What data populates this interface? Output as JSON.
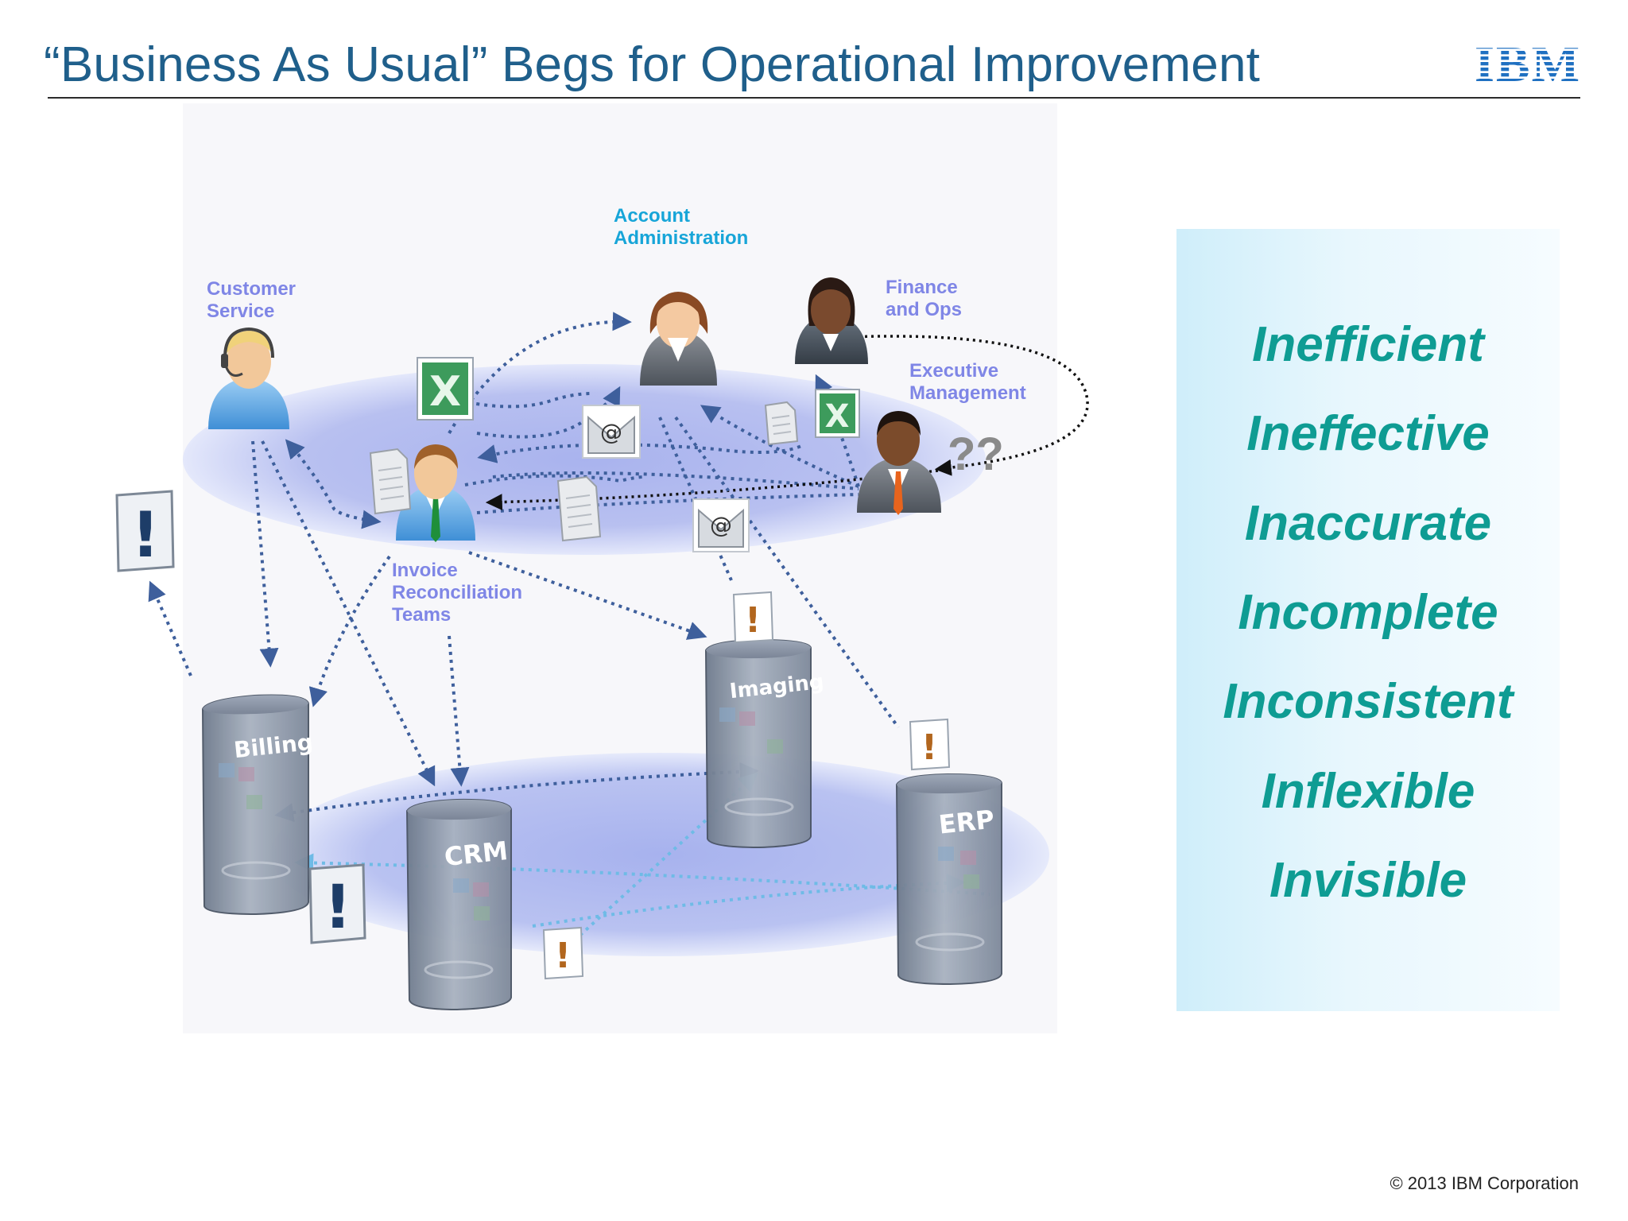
{
  "slide": {
    "title": "“Business As Usual” Begs for Operational Improvement",
    "logo_text": "IBM",
    "copyright": "© 2013 IBM Corporation"
  },
  "diagram": {
    "roles": {
      "customer_service": "Customer\nService",
      "account_admin": "Account\nAdministration",
      "finance_ops": "Finance\nand Ops",
      "executive": "Executive\nManagement",
      "invoice_teams": "Invoice\nReconciliation\nTeams"
    },
    "systems": {
      "billing": "Billing",
      "crm": "CRM",
      "imaging": "Imaging",
      "erp": "ERP"
    },
    "question_marks": "??",
    "email_symbol": "@",
    "excel_symbol": "X",
    "alert_symbol": "!"
  },
  "problems": [
    "Inefficient",
    "Ineffective",
    "Inaccurate",
    "Incomplete",
    "Inconsistent",
    "Inflexible",
    "Invisible"
  ],
  "colors": {
    "title": "#1f5f8b",
    "ibm_blue": "#1f70c1",
    "role_label": "#7f86e6",
    "account_label": "#17a5d8",
    "problem_text": "#0e9c93",
    "ellipse": "#b4bdf0",
    "arrow": "#3e5f9c",
    "arrow_light": "#7cc4e8"
  },
  "icons": [
    "headset-person-icon",
    "woman-person-icon",
    "man-person-icon",
    "email-icon",
    "excel-icon",
    "document-icon",
    "alert-icon",
    "server-icon"
  ]
}
